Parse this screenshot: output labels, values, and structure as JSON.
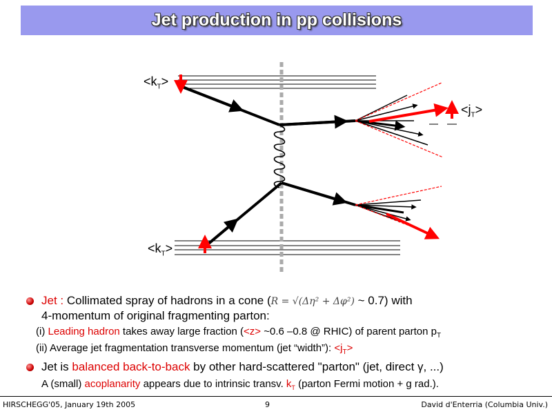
{
  "slide": {
    "title": "Jet production in pp collisions"
  },
  "diagram": {
    "kt_top_label": "<k",
    "kt_top_sub": "T",
    "kt_top_close": ">",
    "kt_bottom_label": "<k",
    "kt_bottom_sub": "T",
    "kt_bottom_close": ">",
    "jt_label": "<j",
    "jt_sub": "T",
    "jt_close": ">"
  },
  "bullets": {
    "b1_prefix": "Jet : ",
    "b1_text": "Collimated spray of hadrons in a cone (",
    "b1_formula": "R = √(Δη² + Δφ²)",
    "b1_after": " ~ 0.7) with",
    "b1_line2": "4-momentum of original fragmenting parton:",
    "sub1_open": "(i) ",
    "sub1_red": "Leading hadron",
    "sub1_mid": " takes away large fraction (",
    "sub1_z": "<z>",
    "sub1_end": " ~0.6 –0.8 @ RHIC) of parent parton p",
    "sub1_sub": "T",
    "sub2_text": "(ii) Average jet fragmentation transverse momentum (jet “width”): ",
    "sub2_red": "<j",
    "sub2_red_sub": "T",
    "sub2_red_close": ">",
    "b2_pre": "Jet is ",
    "b2_red": "balanced back-to-back",
    "b2_post": " by other hard-scattered \"parton\" (jet, direct γ, ...)",
    "b2_line2_pre": "A (small) ",
    "b2_line2_red": "acoplanarity",
    "b2_line2_mid": " appears due to intrinsic transv. ",
    "b2_line2_k": "k",
    "b2_line2_ksub": "T",
    "b2_line2_post": " (parton Fermi motion + g rad.)."
  },
  "footer": {
    "left": "HIRSCHEGG'05, January 19th 2005",
    "center": "9",
    "right": "David d'Enterria (Columbia Univ.)"
  },
  "colors": {
    "title_bg": "#9999ee",
    "accent_red": "#dd0000"
  }
}
